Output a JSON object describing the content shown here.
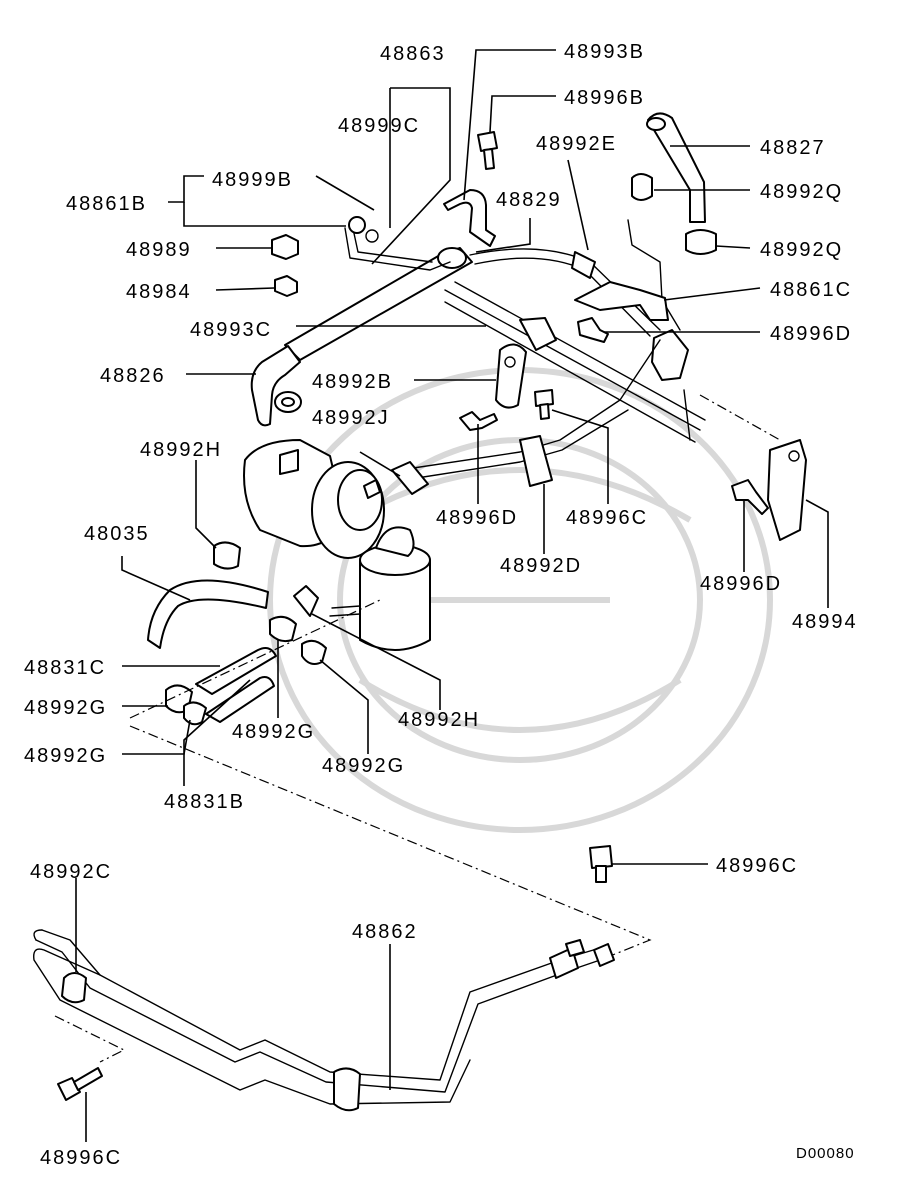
{
  "diagram": {
    "drawing_code": "D00080",
    "labels": [
      {
        "id": "48863",
        "text": "48863"
      },
      {
        "id": "48993B",
        "text": "48993B"
      },
      {
        "id": "48996B",
        "text": "48996B"
      },
      {
        "id": "48999C",
        "text": "48999C"
      },
      {
        "id": "48992E",
        "text": "48992E"
      },
      {
        "id": "48827",
        "text": "48827"
      },
      {
        "id": "48861B",
        "text": "48861B"
      },
      {
        "id": "48999B",
        "text": "48999B"
      },
      {
        "id": "48829",
        "text": "48829"
      },
      {
        "id": "48992Q_a",
        "text": "48992Q"
      },
      {
        "id": "48989",
        "text": "48989"
      },
      {
        "id": "48992Q_b",
        "text": "48992Q"
      },
      {
        "id": "48984",
        "text": "48984"
      },
      {
        "id": "48861C",
        "text": "48861C"
      },
      {
        "id": "48993C",
        "text": "48993C"
      },
      {
        "id": "48996D_a",
        "text": "48996D"
      },
      {
        "id": "48826",
        "text": "48826"
      },
      {
        "id": "48992B",
        "text": "48992B"
      },
      {
        "id": "48992J",
        "text": "48992J"
      },
      {
        "id": "48992H_a",
        "text": "48992H"
      },
      {
        "id": "48996D_b",
        "text": "48996D"
      },
      {
        "id": "48996C_a",
        "text": "48996C"
      },
      {
        "id": "48035",
        "text": "48035"
      },
      {
        "id": "48992D",
        "text": "48992D"
      },
      {
        "id": "48996D_c",
        "text": "48996D"
      },
      {
        "id": "48994",
        "text": "48994"
      },
      {
        "id": "48831C",
        "text": "48831C"
      },
      {
        "id": "48992G_a",
        "text": "48992G"
      },
      {
        "id": "48992H_b",
        "text": "48992H"
      },
      {
        "id": "48992G_b",
        "text": "48992G"
      },
      {
        "id": "48992G_c",
        "text": "48992G"
      },
      {
        "id": "48992G_d",
        "text": "48992G"
      },
      {
        "id": "48831B",
        "text": "48831B"
      },
      {
        "id": "48992C",
        "text": "48992C"
      },
      {
        "id": "48996C_b",
        "text": "48996C"
      },
      {
        "id": "48862",
        "text": "48862"
      },
      {
        "id": "48996C_c",
        "text": "48996C"
      }
    ]
  }
}
